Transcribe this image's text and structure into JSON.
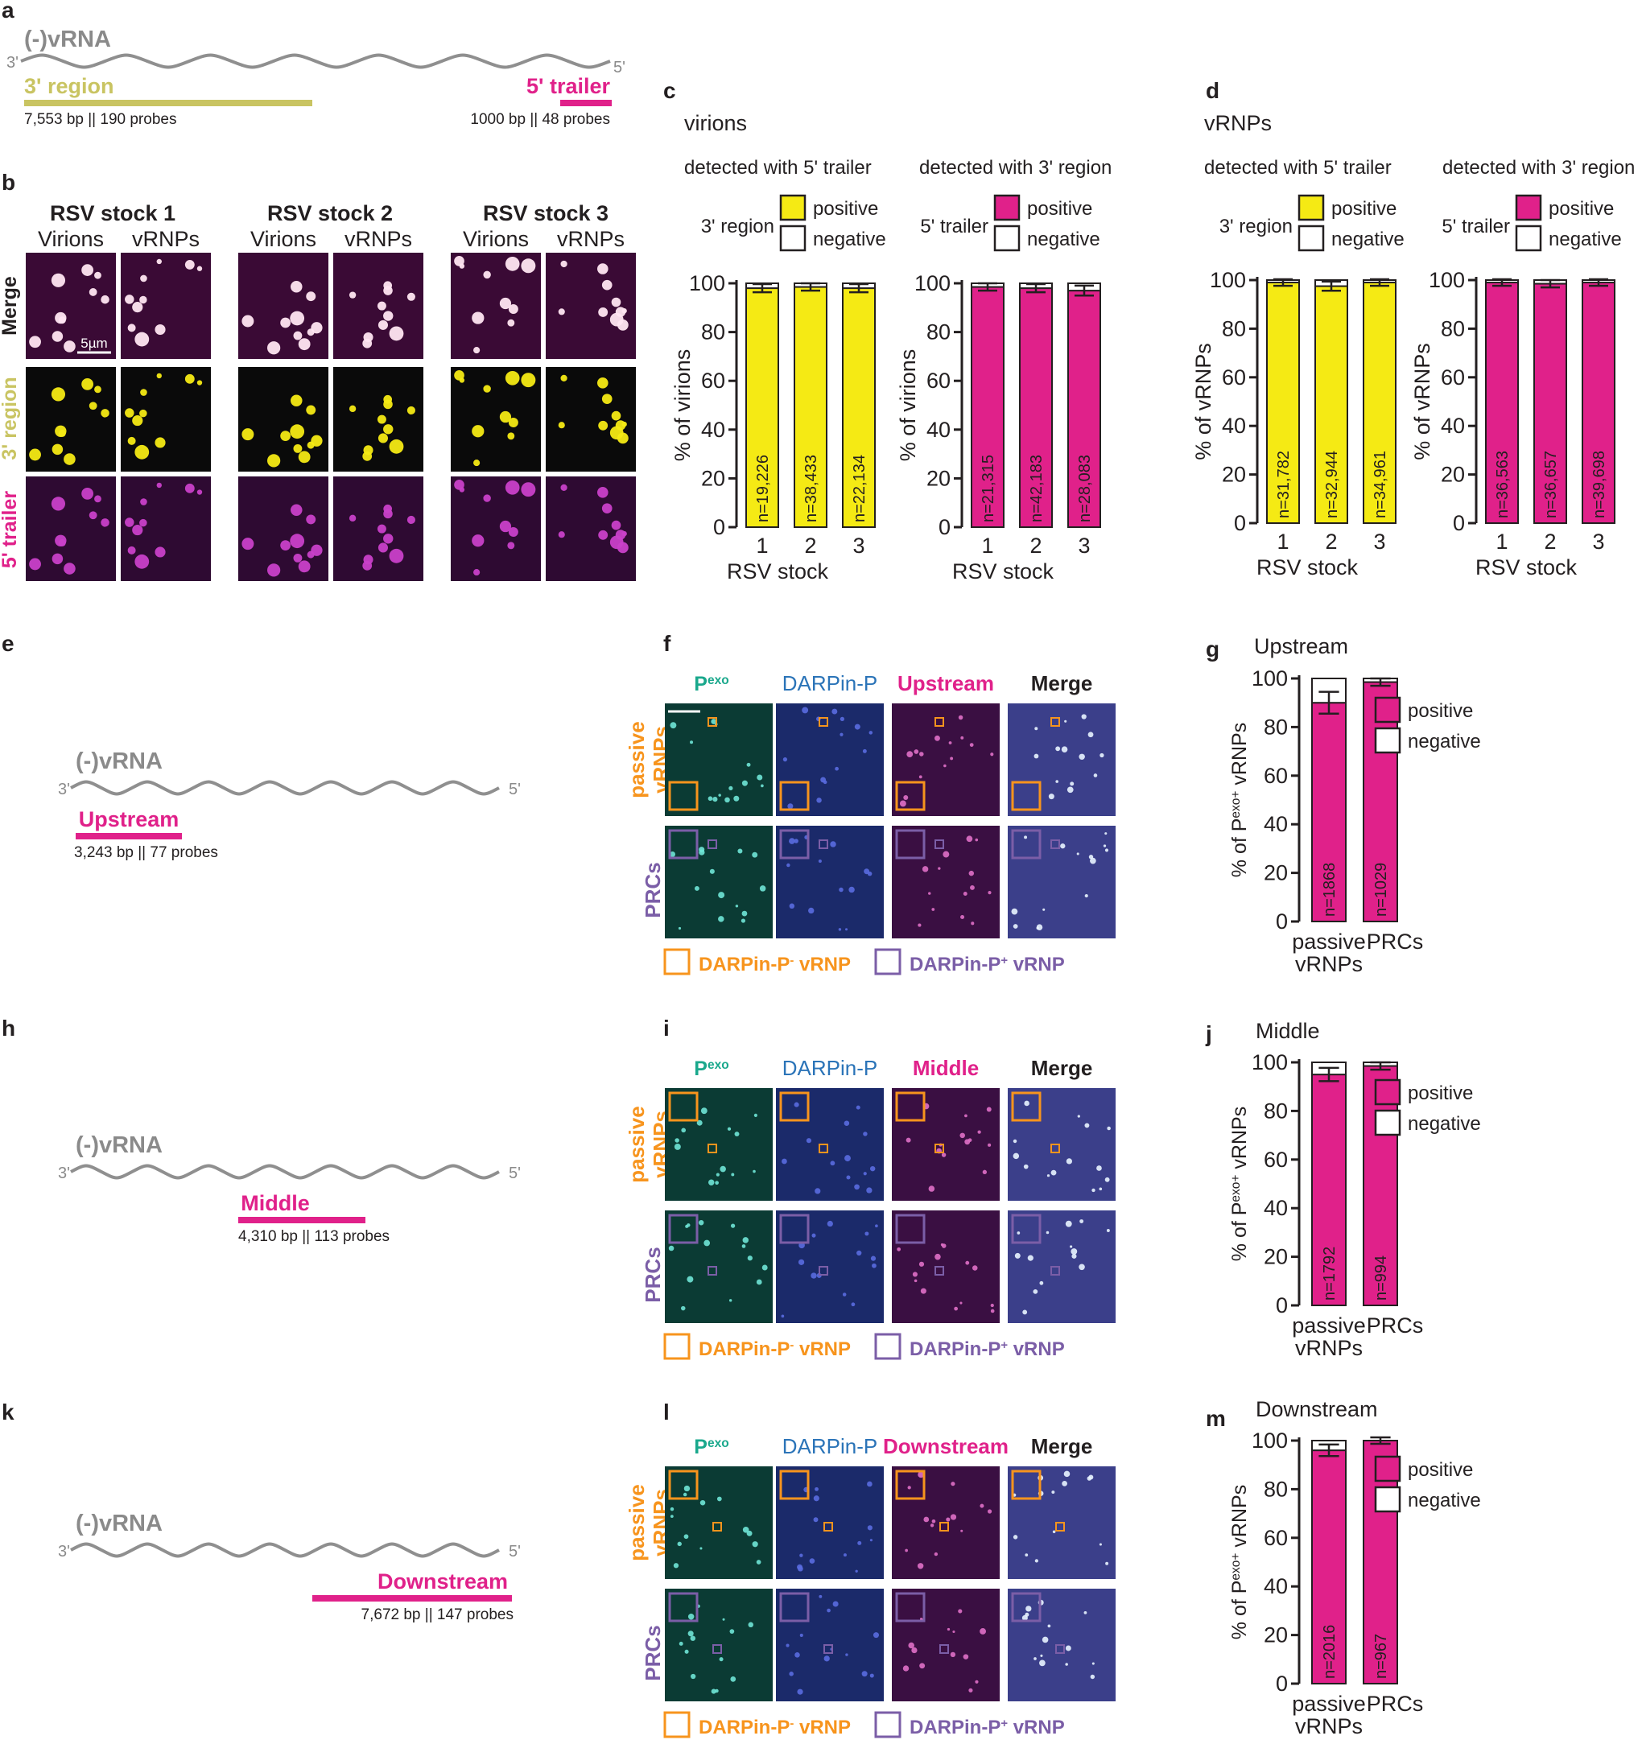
{
  "panel_letters": [
    "a",
    "b",
    "c",
    "d",
    "e",
    "f",
    "g",
    "h",
    "i",
    "j",
    "k",
    "l",
    "m"
  ],
  "colors": {
    "grey": "#8a8a8a",
    "olive": "#c9c462",
    "magenta": "#e0218a",
    "yellow": "#f5ea14",
    "orange": "#f7941d",
    "purple": "#7b5ea7",
    "teal": "#1aa88c",
    "blue": "#2b74b8"
  },
  "panel_a": {
    "vrna": "(-)vRNA",
    "end3": "3'",
    "end5": "5'",
    "region3_name": "3' region",
    "region3_info": "7,553 bp || 190 probes",
    "trailer_name": "5' trailer",
    "trailer_info": "1000 bp || 48 probes"
  },
  "panel_b": {
    "stocks": [
      "RSV stock 1",
      "RSV stock 2",
      "RSV stock 3"
    ],
    "sub": [
      "Virions",
      "vRNPs"
    ],
    "rows": [
      "Merge",
      "3' region",
      "5' trailer"
    ],
    "scale": "5µm"
  },
  "panel_c": {
    "title": "virions"
  },
  "panel_d": {
    "title": "vRNPs"
  },
  "bar_common": {
    "positive": "positive",
    "negative": "negative",
    "xlabel": "RSV stock",
    "stocks": [
      "1",
      "2",
      "3"
    ]
  },
  "micro_common": {
    "pexo": "P",
    "pexo_sup": "exo",
    "darpin": "DARPin-P",
    "merge": "Merge",
    "row_passive": [
      "passive",
      "vRNPs"
    ],
    "row_prcs": "PRCs",
    "legend_neg": "DARPin-P",
    "legend_neg_sup": "-",
    "legend_neg_tail": " vRNP",
    "legend_pos": "DARPin-P",
    "legend_pos_sup": "+",
    "legend_pos_tail": " vRNP"
  },
  "probe_panels": [
    {
      "name": "Upstream",
      "info": "3,243 bp || 77 probes"
    },
    {
      "name": "Middle",
      "info": "4,310 bp || 113 probes"
    },
    {
      "name": "Downstream",
      "info": "7,672 bp || 147 probes"
    }
  ],
  "chart_data": [
    {
      "type": "bar",
      "panel": "c",
      "subtitle": "detected with 5' trailer",
      "legend_title": "3' region",
      "ylabel": "% of virions",
      "xlabel": "RSV stock",
      "categories": [
        "1",
        "2",
        "3"
      ],
      "ylim": [
        0,
        100
      ],
      "series": [
        {
          "name": "positive",
          "values": [
            98,
            98.5,
            98
          ]
        },
        {
          "name": "negative",
          "values": [
            2,
            1.5,
            2
          ]
        }
      ],
      "bar_labels": [
        "n=19,226",
        "n=38,433",
        "n=22,134"
      ],
      "pos_color": "#f5ea14"
    },
    {
      "type": "bar",
      "panel": "c",
      "subtitle": "detected with 3' region",
      "legend_title": "5' trailer",
      "ylabel": "% of virions",
      "xlabel": "RSV stock",
      "categories": [
        "1",
        "2",
        "3"
      ],
      "ylim": [
        0,
        100
      ],
      "series": [
        {
          "name": "positive",
          "values": [
            98.5,
            98,
            97
          ]
        },
        {
          "name": "negative",
          "values": [
            1.5,
            2,
            3
          ]
        }
      ],
      "bar_labels": [
        "n=21,315",
        "n=42,183",
        "n=28,083"
      ],
      "pos_color": "#e0218a"
    },
    {
      "type": "bar",
      "panel": "d",
      "subtitle": "detected with 5' trailer",
      "legend_title": "3' region",
      "ylabel": "% of vRNPs",
      "xlabel": "RSV stock",
      "categories": [
        "1",
        "2",
        "3"
      ],
      "ylim": [
        0,
        100
      ],
      "series": [
        {
          "name": "positive",
          "values": [
            99,
            97.5,
            99
          ]
        },
        {
          "name": "negative",
          "values": [
            1,
            2.5,
            1
          ]
        }
      ],
      "bar_labels": [
        "n=31,782",
        "n=32,944",
        "n=34,961"
      ],
      "pos_color": "#f5ea14"
    },
    {
      "type": "bar",
      "panel": "d",
      "subtitle": "detected with 3' region",
      "legend_title": "5' trailer",
      "ylabel": "% of vRNPs",
      "xlabel": "RSV stock",
      "categories": [
        "1",
        "2",
        "3"
      ],
      "ylim": [
        0,
        100
      ],
      "series": [
        {
          "name": "positive",
          "values": [
            99,
            98.5,
            99
          ]
        },
        {
          "name": "negative",
          "values": [
            1,
            1.5,
            1
          ]
        }
      ],
      "bar_labels": [
        "n=36,563",
        "n=36,657",
        "n=39,698"
      ],
      "pos_color": "#e0218a"
    },
    {
      "type": "bar",
      "panel": "g",
      "title": "Upstream",
      "ylabel": "% of P",
      "ylabel_sup": "exo+",
      "ylabel_tail": " vRNPs",
      "categories": [
        "passive vRNPs",
        "PRCs"
      ],
      "ylim": [
        0,
        100
      ],
      "series": [
        {
          "name": "positive",
          "values": [
            90,
            98.5
          ]
        },
        {
          "name": "negative",
          "values": [
            10,
            1.5
          ]
        }
      ],
      "bar_labels": [
        "n=1868",
        "n=1029"
      ],
      "pos_color": "#e0218a"
    },
    {
      "type": "bar",
      "panel": "j",
      "title": "Middle",
      "ylabel": "% of P",
      "ylabel_sup": "exo+",
      "ylabel_tail": " vRNPs",
      "categories": [
        "passive vRNPs",
        "PRCs"
      ],
      "ylim": [
        0,
        100
      ],
      "series": [
        {
          "name": "positive",
          "values": [
            95,
            98.5
          ]
        },
        {
          "name": "negative",
          "values": [
            5,
            1.5
          ]
        }
      ],
      "bar_labels": [
        "n=1792",
        "n=994"
      ],
      "pos_color": "#e0218a"
    },
    {
      "type": "bar",
      "panel": "m",
      "title": "Downstream",
      "ylabel": "% of P",
      "ylabel_sup": "exo+",
      "ylabel_tail": " vRNPs",
      "categories": [
        "passive vRNPs",
        "PRCs"
      ],
      "ylim": [
        0,
        100
      ],
      "series": [
        {
          "name": "positive",
          "values": [
            96,
            100
          ]
        },
        {
          "name": "negative",
          "values": [
            4,
            0
          ]
        }
      ],
      "bar_labels": [
        "n=2016",
        "n=967"
      ],
      "pos_color": "#e0218a"
    }
  ]
}
